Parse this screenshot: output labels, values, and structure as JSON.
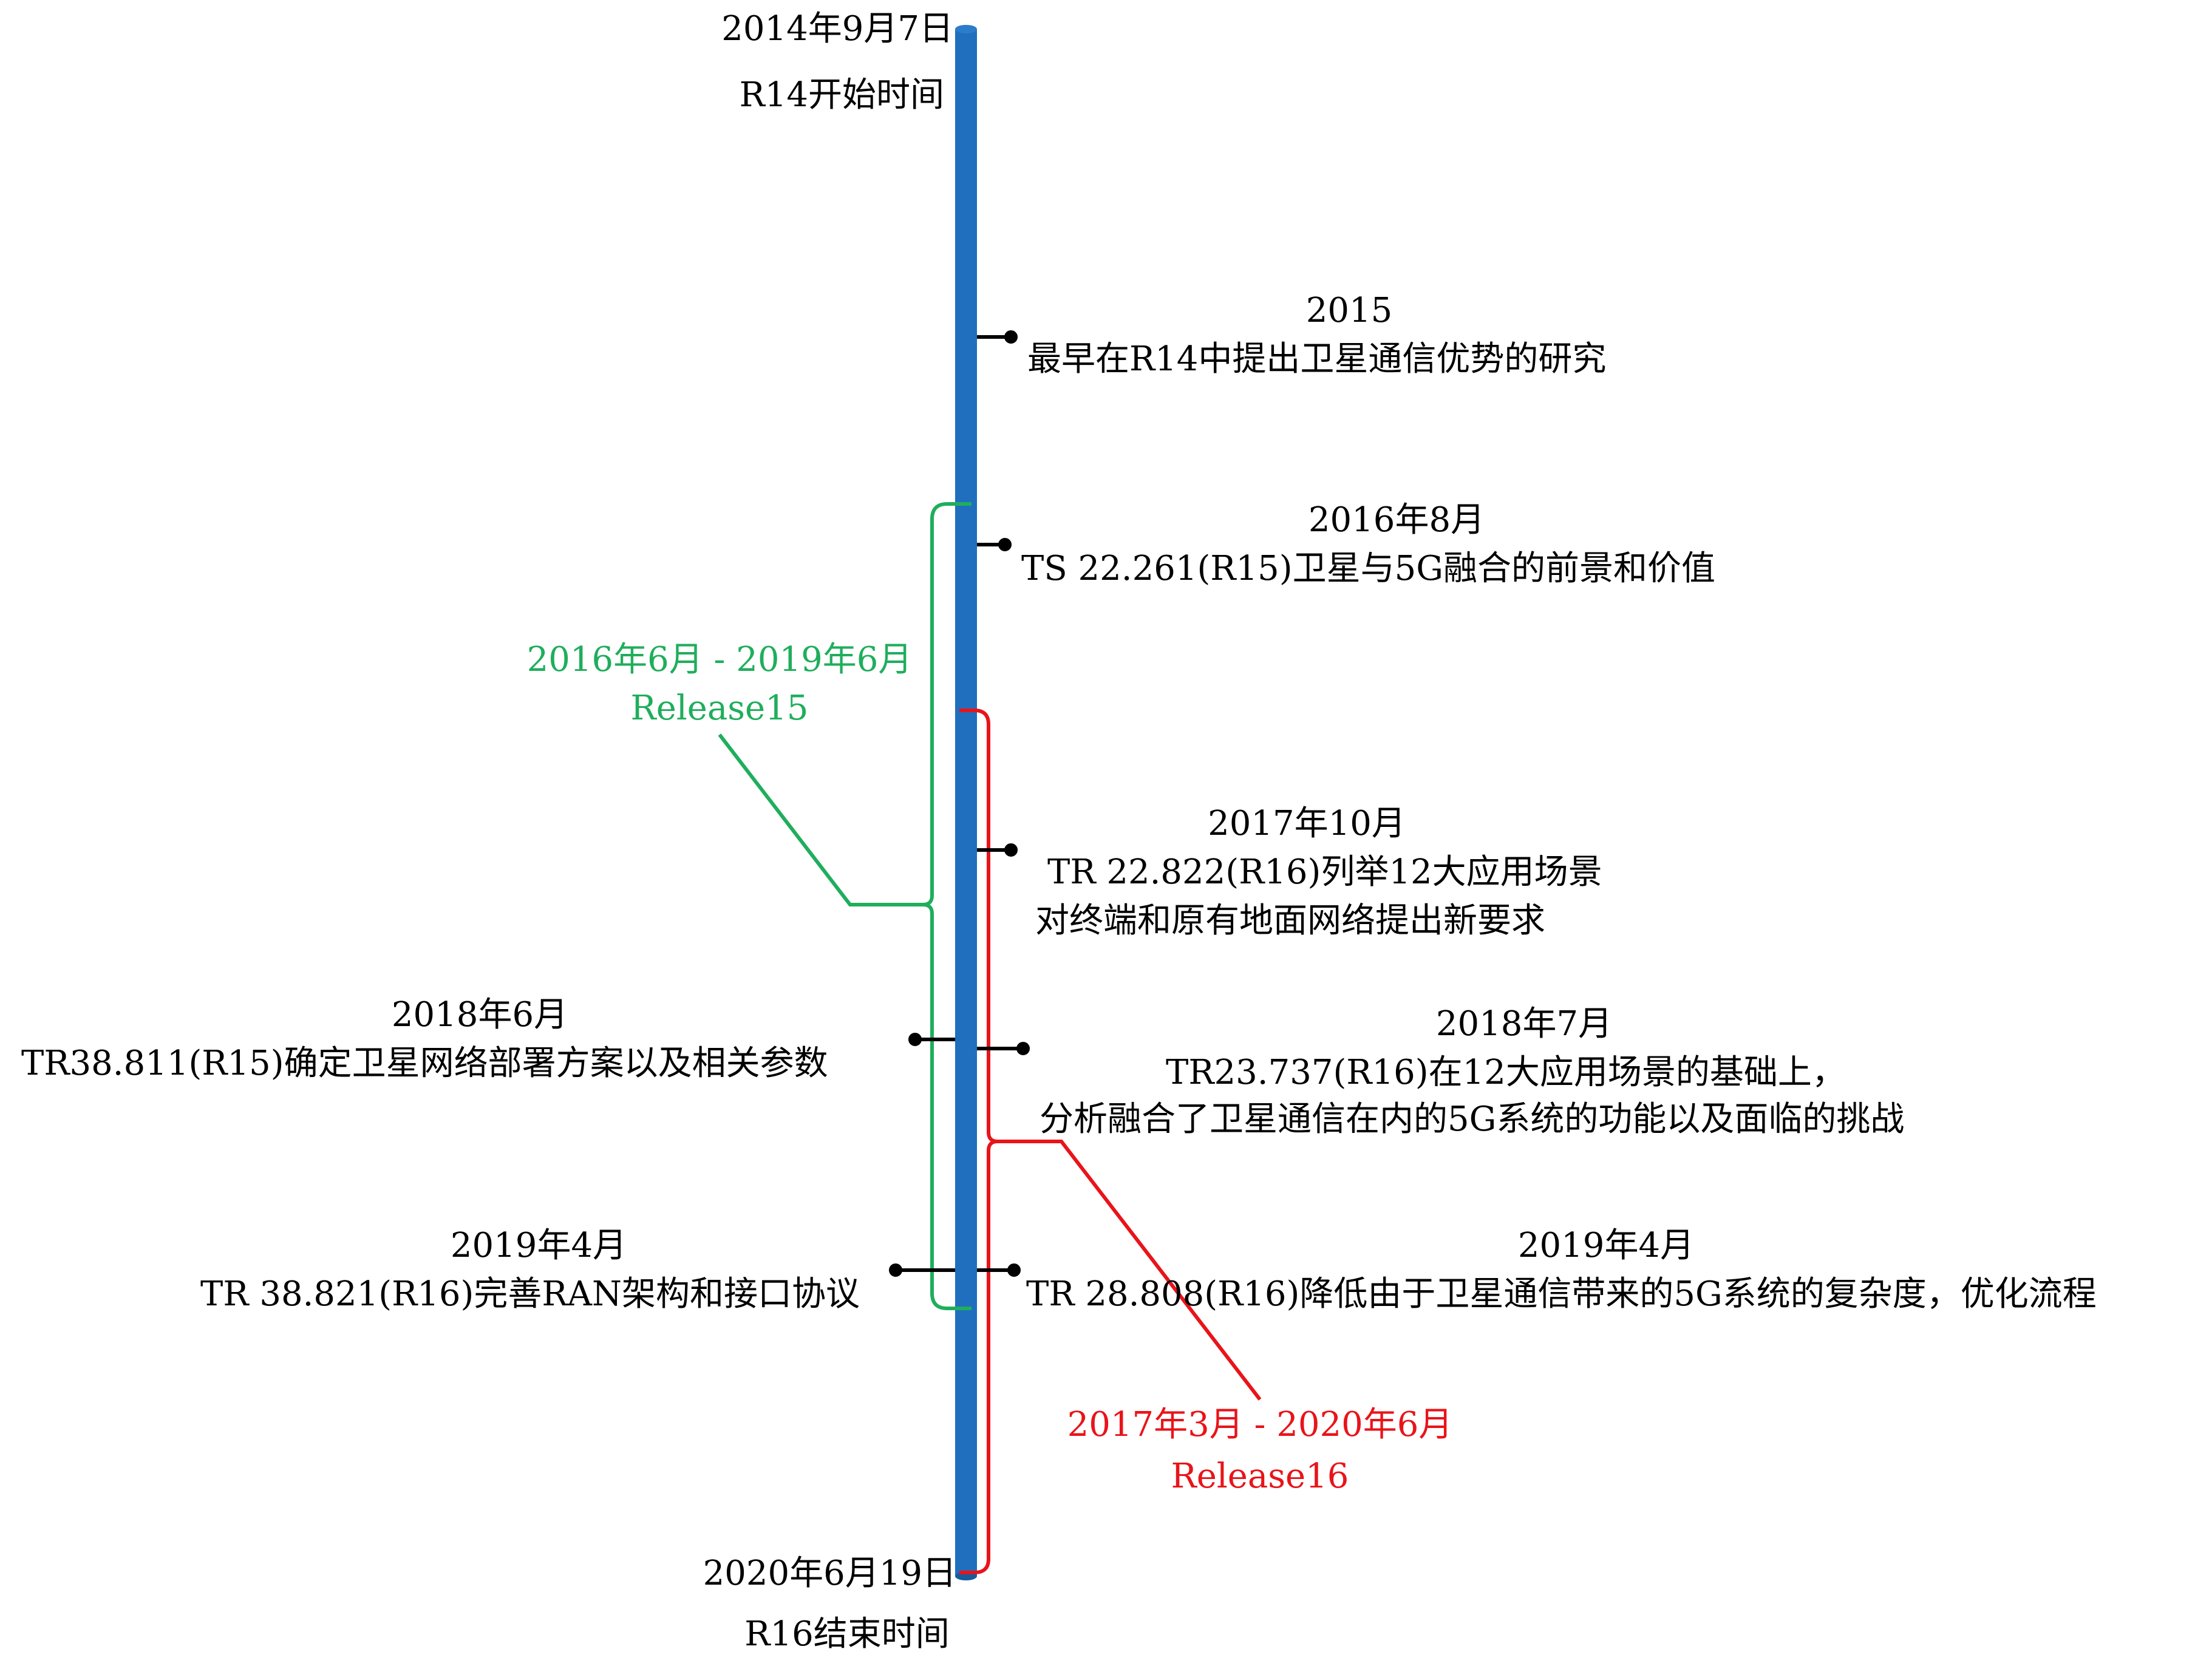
{
  "timeline": {
    "start": {
      "date": "2014年9月7日",
      "label": "R14开始时间"
    },
    "end": {
      "date": "2020年6月19日",
      "label": "R16结束时间"
    },
    "bar_color": "#1F6FBE"
  },
  "releases": [
    {
      "id": "r15",
      "range": "2016年6月 - 2019年6月",
      "name": "Release15",
      "color": "#1FAE5C"
    },
    {
      "id": "r16",
      "range": "2017年3月 - 2020年6月",
      "name": "Release16",
      "color": "#E8141A"
    }
  ],
  "events": [
    {
      "id": "e2015",
      "side": "right",
      "date": "2015",
      "lines": [
        "最早在R14中提出卫星通信优势的研究"
      ]
    },
    {
      "id": "e201608",
      "side": "right",
      "date": "2016年8月",
      "lines": [
        "TS 22.261(R15)卫星与5G融合的前景和价值"
      ]
    },
    {
      "id": "e201710",
      "side": "right",
      "date": "2017年10月",
      "lines": [
        "TR 22.822(R16)列举12大应用场景",
        "对终端和原有地面网络提出新要求"
      ]
    },
    {
      "id": "e201806",
      "side": "left",
      "date": "2018年6月",
      "lines": [
        "TR38.811(R15)确定卫星网络部署方案以及相关参数"
      ]
    },
    {
      "id": "e201807",
      "side": "right",
      "date": "2018年7月",
      "lines": [
        "TR23.737(R16)在12大应用场景的基础上，",
        "分析融合了卫星通信在内的5G系统的功能以及面临的挑战"
      ]
    },
    {
      "id": "e201904l",
      "side": "left",
      "date": "2019年4月",
      "lines": [
        "TR 38.821(R16)完善RAN架构和接口协议"
      ]
    },
    {
      "id": "e201904r",
      "side": "right",
      "date": "2019年4月",
      "lines": [
        "TR 28.808(R16)降低由于卫星通信带来的5G系统的复杂度，优化流程"
      ]
    }
  ]
}
